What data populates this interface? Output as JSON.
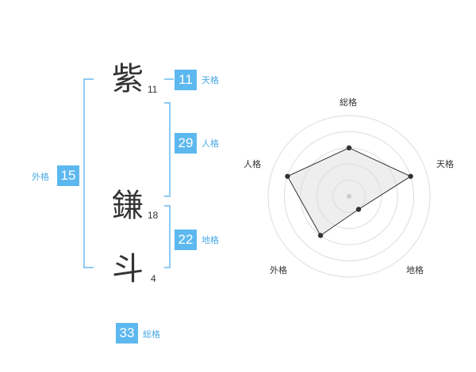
{
  "name": {
    "chars": [
      {
        "char": "紫",
        "strokes": "11"
      },
      {
        "char": "鎌",
        "strokes": "18"
      },
      {
        "char": "斗",
        "strokes": "4"
      }
    ]
  },
  "fortunes": {
    "tenkaku": {
      "value": "11",
      "label": "天格"
    },
    "jinkaku": {
      "value": "29",
      "label": "人格"
    },
    "chikaku": {
      "value": "22",
      "label": "地格"
    },
    "gaikaku": {
      "value": "15",
      "label": "外格"
    },
    "soukaku": {
      "value": "33",
      "label": "総格"
    }
  },
  "colors": {
    "accent": "#5cb8ef",
    "bracket": "#8fcbf2",
    "kanji_text": "#333333",
    "radar_fill": "#eeeeee",
    "radar_grid": "#dddddd",
    "radar_line": "#333333"
  },
  "chart_data": {
    "type": "radar",
    "axes": [
      "総格",
      "天格",
      "地格",
      "外格",
      "人格"
    ],
    "scale": [
      0,
      5
    ],
    "rings": 5,
    "values": [
      3,
      4,
      1,
      3,
      4
    ]
  }
}
